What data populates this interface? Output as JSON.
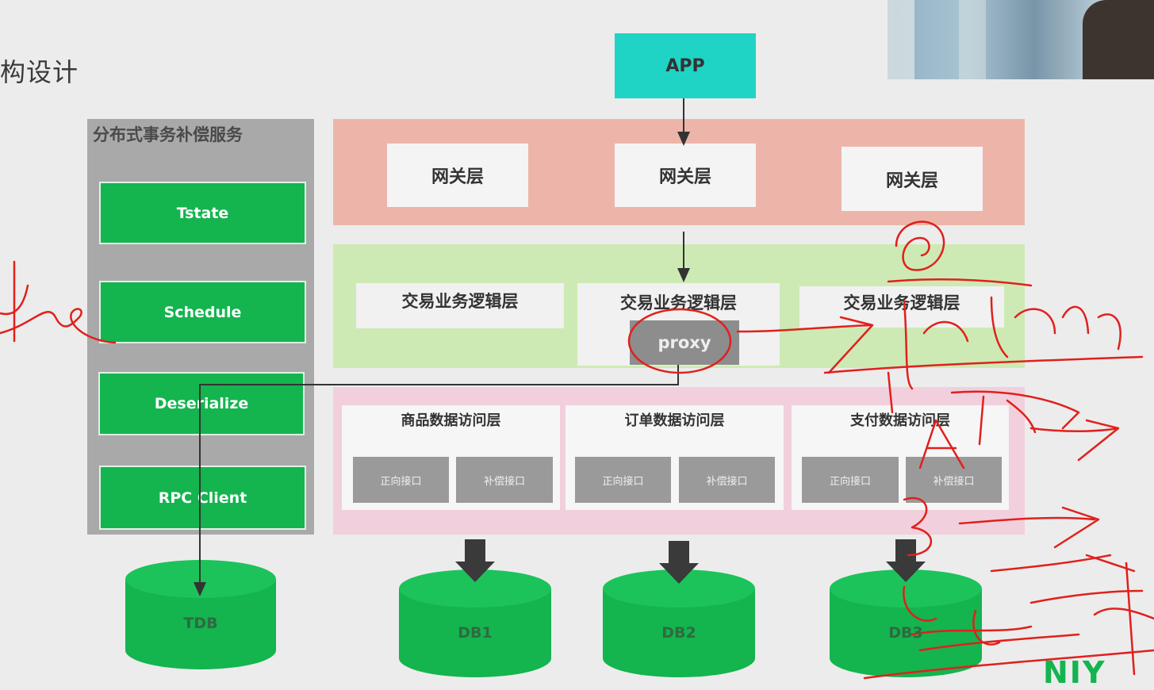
{
  "slide": {
    "title": "构设计"
  },
  "app": {
    "label": "APP"
  },
  "compensation": {
    "title": "分布式事务补偿服务",
    "items": [
      "Tstate",
      "Schedule",
      "Deserialize",
      "RPC Client"
    ]
  },
  "gateway": {
    "labels": [
      "网关层",
      "网关层",
      "网关层"
    ]
  },
  "business": {
    "labels": [
      "交易业务逻辑层",
      "交易业务逻辑层",
      "交易业务逻辑层"
    ],
    "proxy": "proxy"
  },
  "data_access": {
    "groups": [
      {
        "title": "商品数据访问层",
        "forward": "正向接口",
        "compensate": "补偿接口"
      },
      {
        "title": "订单数据访问层",
        "forward": "正向接口",
        "compensate": "补偿接口"
      },
      {
        "title": "支付数据访问层",
        "forward": "正向接口",
        "compensate": "补偿接口"
      }
    ]
  },
  "databases": [
    "TDB",
    "DB1",
    "DB2",
    "DB3"
  ],
  "colors": {
    "app": "#1fd4c4",
    "gateway": "#edb5aa",
    "business": "#cdeab4",
    "data_access": "#f2cfdc",
    "green": "#14b44f",
    "annotation": "#e0201c"
  },
  "logo": "NIY"
}
